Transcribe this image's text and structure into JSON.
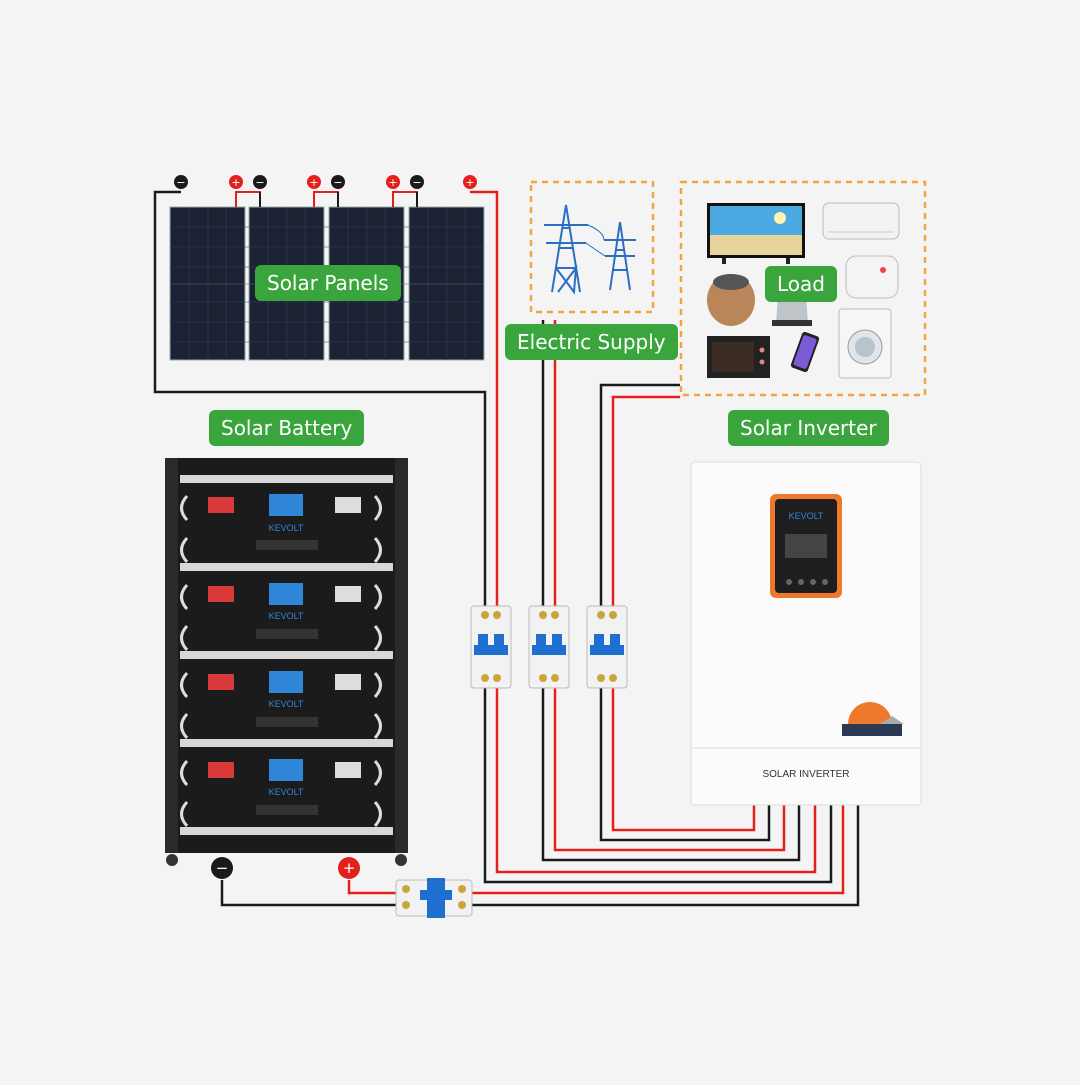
{
  "labels": {
    "solar_panels": "Solar Panels",
    "electric_supply": "Electric Supply",
    "load": "Load",
    "solar_battery": "Solar Battery",
    "solar_inverter": "Solar Inverter"
  },
  "brand": "KEVOLT",
  "inverter_caption": "SOLAR INVERTER",
  "polarity": {
    "positive": "+",
    "negative": "−"
  },
  "colors": {
    "positive_wire": "#e3201b",
    "negative_wire": "#1a1a1a",
    "label_green": "#3aa53c",
    "breaker_blue": "#1f6fd1",
    "dashed_border": "#f0a540",
    "inverter_accent": "#f0782a"
  }
}
